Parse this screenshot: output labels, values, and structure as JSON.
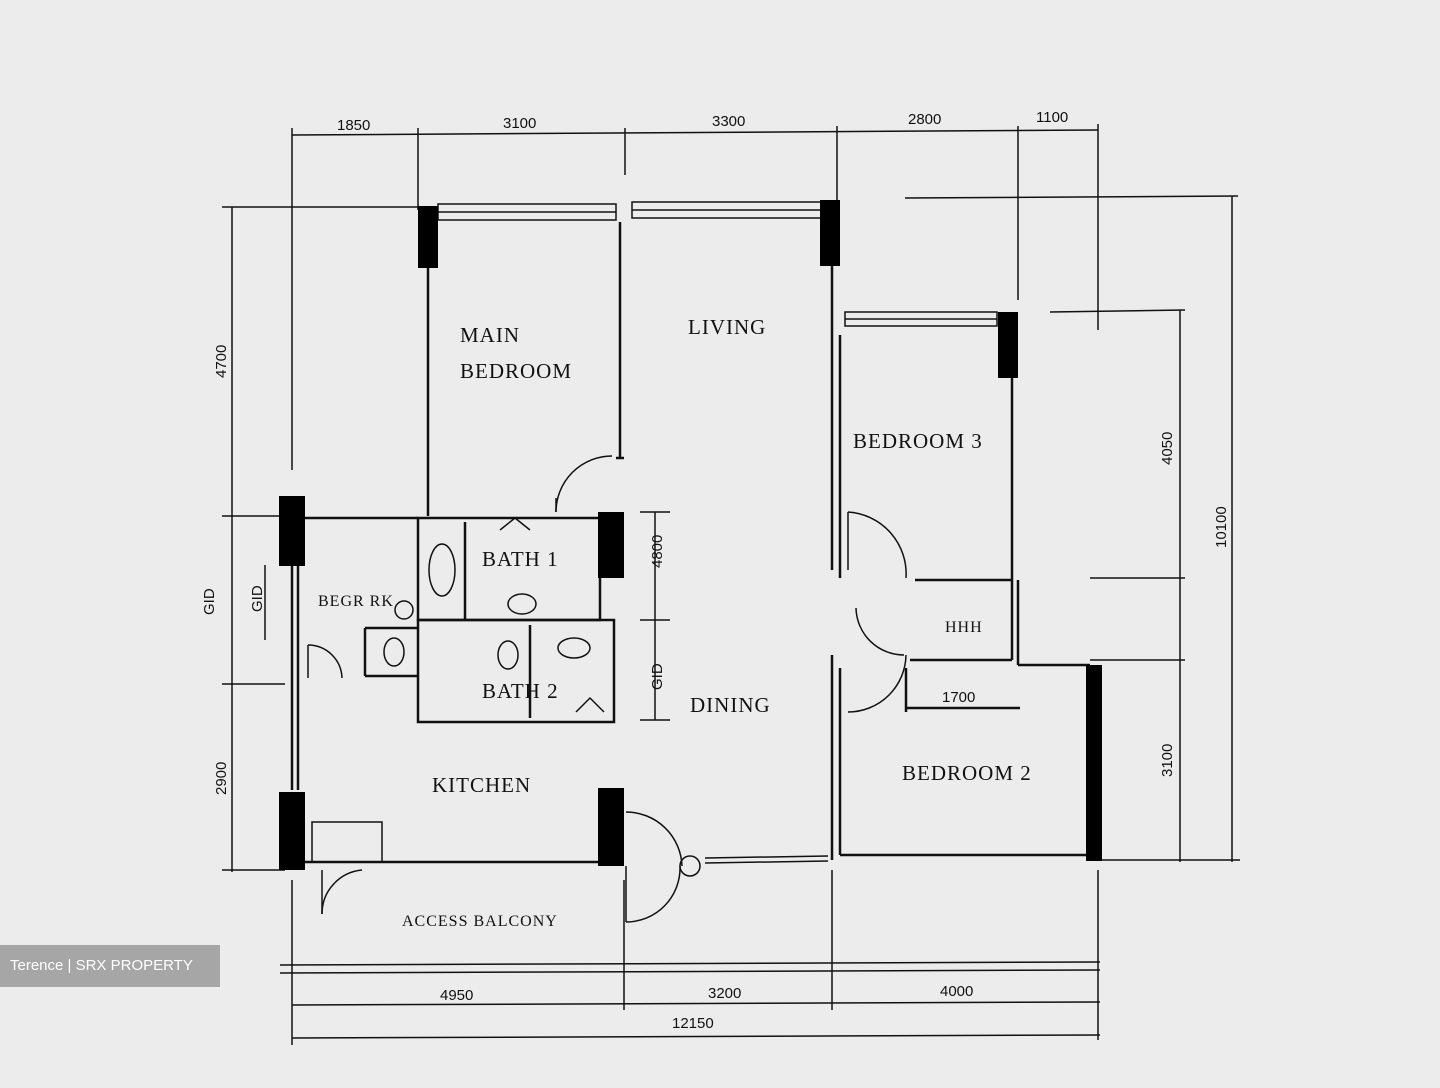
{
  "rooms": {
    "main_bedroom_line1": "MAIN",
    "main_bedroom_line2": "BEDROOM",
    "living": "LIVING",
    "bedroom3": "BEDROOM 3",
    "bath1": "BATH 1",
    "bath2": "BATH 2",
    "dining": "DINING",
    "kitchen": "KITCHEN",
    "bedroom2": "BEDROOM 2",
    "access_balcony": "ACCESS BALCONY",
    "bomb_shelter": "BEGR RK",
    "store": "HHH"
  },
  "dimensions": {
    "top": [
      "1850",
      "3100",
      "3300",
      "2800",
      "1100"
    ],
    "bottom": [
      "4950",
      "3200",
      "4000"
    ],
    "bottom_total": "12150",
    "left": [
      "4700",
      "GID",
      "2900"
    ],
    "left_inner": "GID",
    "right": [
      "4050",
      "3100"
    ],
    "right_total": "10100",
    "bath_right": [
      "4800",
      "GID"
    ],
    "store_width": "1700"
  },
  "watermark": "Terence | SRX PROPERTY"
}
